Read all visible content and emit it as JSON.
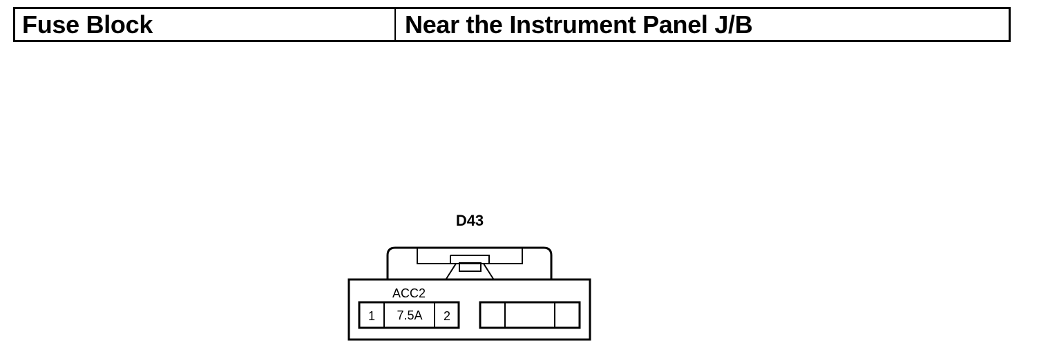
{
  "header": {
    "label": "Fuse Block",
    "value": "Near the Instrument Panel J/B"
  },
  "connector": {
    "id": "D43",
    "fuse": {
      "name": "ACC2",
      "rating": "7.5A",
      "terminal_left": "1",
      "terminal_right": "2"
    }
  }
}
